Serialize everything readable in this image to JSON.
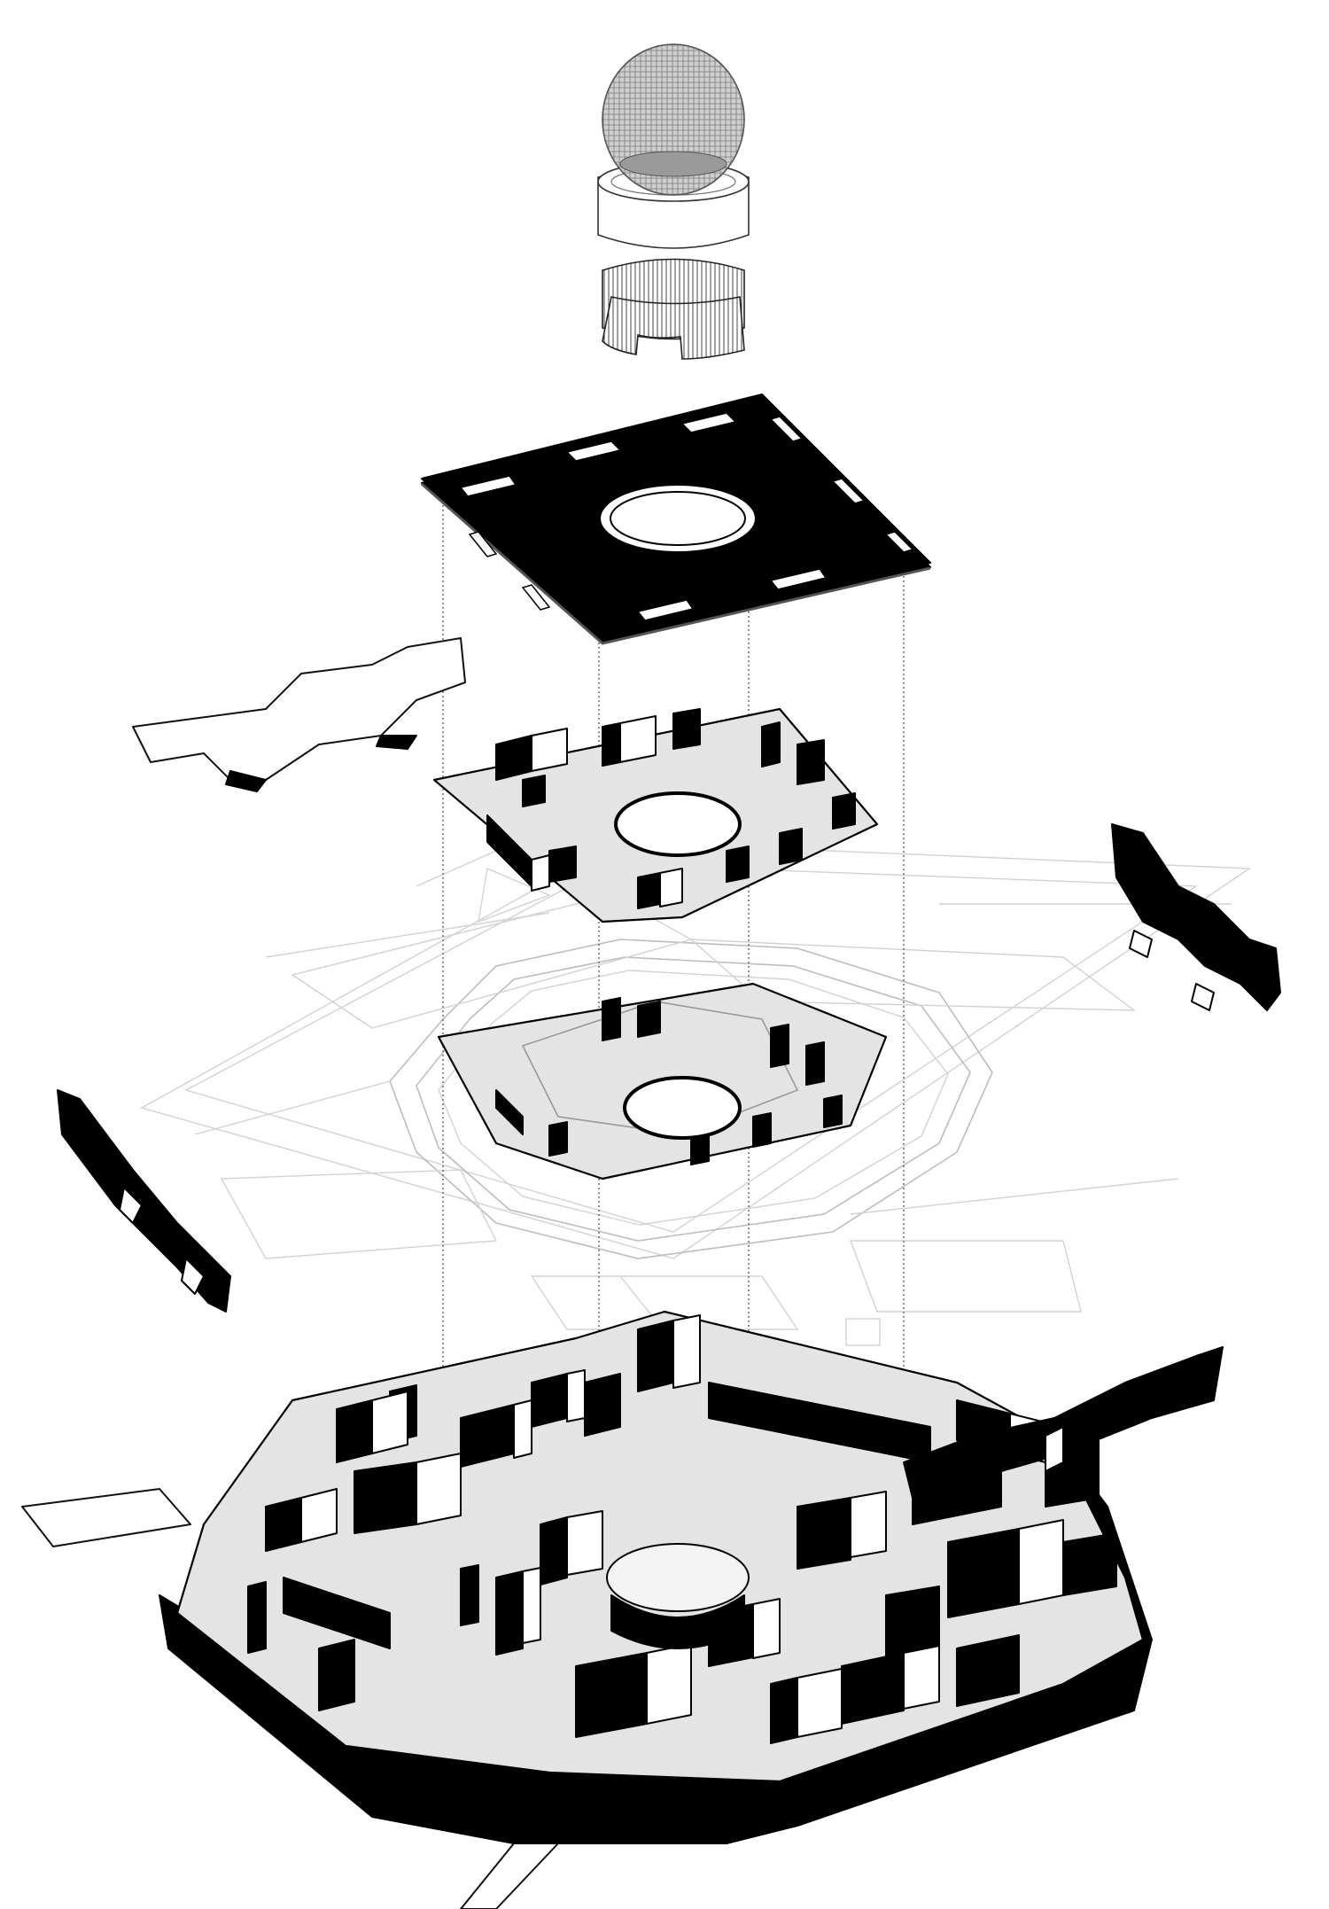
{
  "figure": {
    "type": "exploded axonometric architectural diagram",
    "background": "#ffffff",
    "colors": {
      "ink": "#000000",
      "floor": "#e4e4e4",
      "ghost": "#bdbdbd",
      "dome": "#8c8c8c"
    },
    "layers": [
      "dome-lantern",
      "roof-slab",
      "upper-floor-plan",
      "middle-floor-plan",
      "ghost-site-plan",
      "ground-floor-plan",
      "detached-facade-fragments"
    ]
  }
}
